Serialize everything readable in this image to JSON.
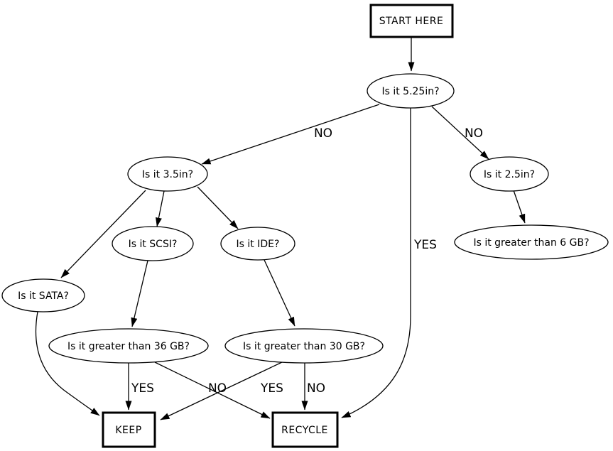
{
  "flowchart": {
    "description": "Hard drive keep-or-recycle decision flowchart",
    "colors": {
      "background": "#ffffff",
      "stroke": "#000000",
      "text": "#000000"
    },
    "nodes": {
      "start_here": {
        "label": "START HERE",
        "type": "terminal-box"
      },
      "is_it_525in": {
        "label": "Is it 5.25in?",
        "type": "decision"
      },
      "is_it_35in": {
        "label": "Is it 3.5in?",
        "type": "decision"
      },
      "is_it_25in": {
        "label": "Is it 2.5in?",
        "type": "decision"
      },
      "is_it_scsi": {
        "label": "Is it SCSI?",
        "type": "decision"
      },
      "is_it_ide": {
        "label": "Is it IDE?",
        "type": "decision"
      },
      "is_it_sata": {
        "label": "Is it SATA?",
        "type": "decision"
      },
      "gt_36gb": {
        "label": "Is it greater than 36 GB?",
        "type": "decision"
      },
      "gt_30gb": {
        "label": "Is it greater than 30 GB?",
        "type": "decision"
      },
      "gt_6gb": {
        "label": "Is it greater than 6 GB?",
        "type": "decision"
      },
      "keep": {
        "label": "KEEP",
        "type": "terminal-box"
      },
      "recycle": {
        "label": "RECYCLE",
        "type": "terminal-box"
      }
    },
    "edges": [
      {
        "from": "start_here",
        "to": "is_it_525in",
        "label": ""
      },
      {
        "from": "is_it_525in",
        "to": "is_it_35in",
        "label": "NO"
      },
      {
        "from": "is_it_525in",
        "to": "is_it_25in",
        "label": "NO"
      },
      {
        "from": "is_it_525in",
        "to": "recycle",
        "label": "YES"
      },
      {
        "from": "is_it_35in",
        "to": "is_it_scsi",
        "label": ""
      },
      {
        "from": "is_it_35in",
        "to": "is_it_ide",
        "label": ""
      },
      {
        "from": "is_it_35in",
        "to": "is_it_sata",
        "label": ""
      },
      {
        "from": "is_it_scsi",
        "to": "gt_36gb",
        "label": ""
      },
      {
        "from": "is_it_ide",
        "to": "gt_30gb",
        "label": ""
      },
      {
        "from": "is_it_25in",
        "to": "gt_6gb",
        "label": ""
      },
      {
        "from": "is_it_sata",
        "to": "keep",
        "label": ""
      },
      {
        "from": "gt_36gb",
        "to": "keep",
        "label": "YES"
      },
      {
        "from": "gt_36gb",
        "to": "recycle",
        "label": "NO"
      },
      {
        "from": "gt_30gb",
        "to": "keep",
        "label": "YES"
      },
      {
        "from": "gt_30gb",
        "to": "recycle",
        "label": "NO"
      }
    ]
  }
}
